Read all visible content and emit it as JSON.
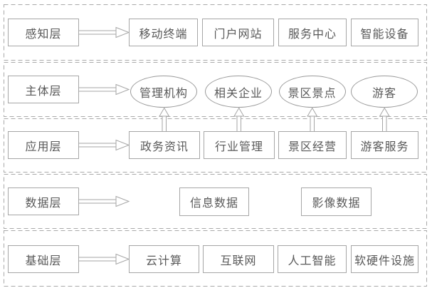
{
  "diagram": {
    "title": "smart-tourism-layered-architecture",
    "colors": {
      "background": "#ffffff",
      "border": "#a6a6a6",
      "dashed_border": "#a9a9a9",
      "text": "#595959"
    },
    "icons": {
      "layer_arrow": "hollow-right-arrow",
      "flow_arrow": "hollow-up-arrow"
    },
    "layers": [
      {
        "label": "感知层",
        "items": [
          "移动终端",
          "门户网站",
          "服务中心",
          "智能设备"
        ]
      },
      {
        "label": "主体层",
        "items": [
          "管理机构",
          "相关企业",
          "景区景点",
          "游客"
        ]
      },
      {
        "label": "应用层",
        "items": [
          "政务资讯",
          "行业管理",
          "景区经营",
          "游客服务"
        ]
      },
      {
        "label": "数据层",
        "items": [
          "信息数据",
          "影像数据"
        ]
      },
      {
        "label": "基础层",
        "items": [
          "云计算",
          "互联网",
          "人工智能",
          "软硬件设施"
        ]
      }
    ]
  }
}
